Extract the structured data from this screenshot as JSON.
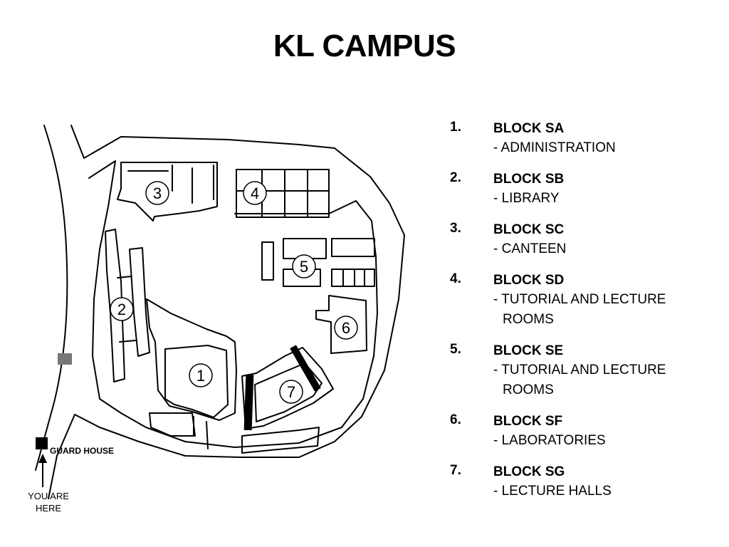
{
  "title": "KL CAMPUS",
  "legend": [
    {
      "number": "1.",
      "block": "BLOCK SA",
      "description": "- ADMINISTRATION"
    },
    {
      "number": "2.",
      "block": "BLOCK SB",
      "description": "- LIBRARY"
    },
    {
      "number": "3.",
      "block": "BLOCK SC",
      "description": "- CANTEEN"
    },
    {
      "number": "4.",
      "block": "BLOCK SD",
      "description": "- TUTORIAL AND LECTURE",
      "description_line2": "ROOMS"
    },
    {
      "number": "5.",
      "block": "BLOCK SE",
      "description": "- TUTORIAL AND LECTURE",
      "description_line2": "ROOMS"
    },
    {
      "number": "6.",
      "block": "BLOCK SF",
      "description": "- LABORATORIES"
    },
    {
      "number": "7.",
      "block": "BLOCK SG",
      "description": "- LECTURE HALLS"
    }
  ],
  "map": {
    "markers": [
      "1",
      "2",
      "3",
      "4",
      "5",
      "6",
      "7"
    ],
    "guard_house_label": "GUARD HOUSE",
    "you_are_here_line1": "YOU ARE",
    "you_are_here_line2": "HERE"
  }
}
